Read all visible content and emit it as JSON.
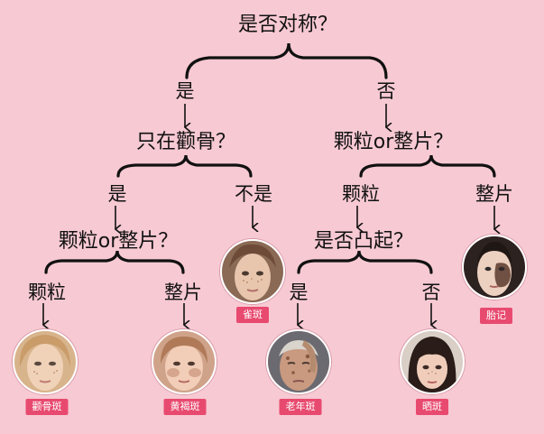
{
  "root": {
    "question": "是否对称？",
    "yes": "是",
    "no": "否"
  },
  "left": {
    "question": "只在颧骨？",
    "yes": "是",
    "no": "不是"
  },
  "left_left": {
    "question": "颗粒or整片？",
    "a": "颗粒",
    "b": "整片"
  },
  "right": {
    "question": "颗粒or整片？",
    "a": "颗粒",
    "b": "整片"
  },
  "right_left": {
    "question": "是否凸起？",
    "yes": "是",
    "no": "否"
  },
  "results": {
    "zygomatic": "颧骨斑",
    "melasma": "黄褐斑",
    "freckle": "雀斑",
    "senile": "老年斑",
    "sun": "晒斑",
    "birthmark": "胎记"
  },
  "colors": {
    "background": "#f7c9d3",
    "badge": "#e84a6f",
    "line": "#111111"
  }
}
